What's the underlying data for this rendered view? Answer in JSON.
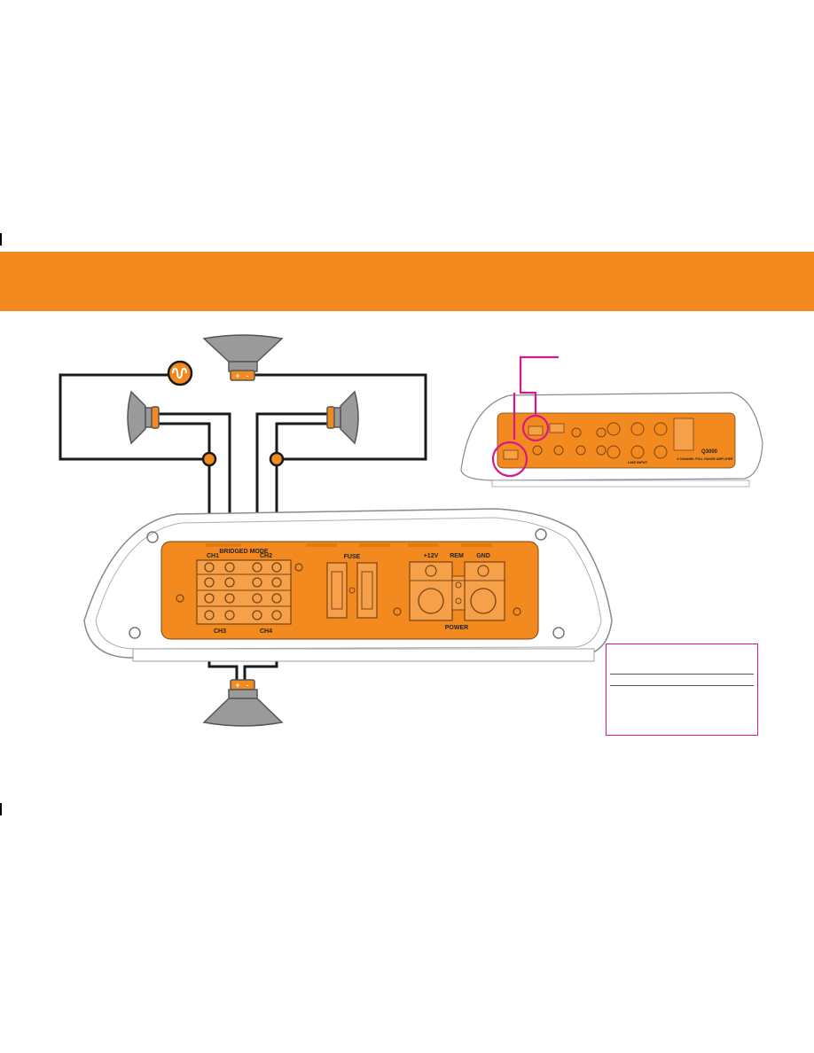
{
  "amplifier": {
    "top_left_label": "CH1",
    "top_center_label": "BRIDGED MODE",
    "top_right_label": "CH2",
    "bottom_left_label": "CH3",
    "bottom_right_label": "CH4",
    "fuse_label": "FUSE",
    "power_plus12": "+12V",
    "power_rem": "REM",
    "power_gnd": "GND",
    "power_label": "POWER"
  },
  "mini_amp": {
    "model": "Q3000",
    "subtitle": "4 CHANNEL FULL RANGE AMPLIFIER",
    "line_input": "LINE INPUT"
  },
  "polarity": {
    "plus": "+",
    "minus": "-"
  },
  "colors": {
    "accent": "#f28a1f",
    "highlight": "#d6188c",
    "wire": "#1a1a1a"
  }
}
